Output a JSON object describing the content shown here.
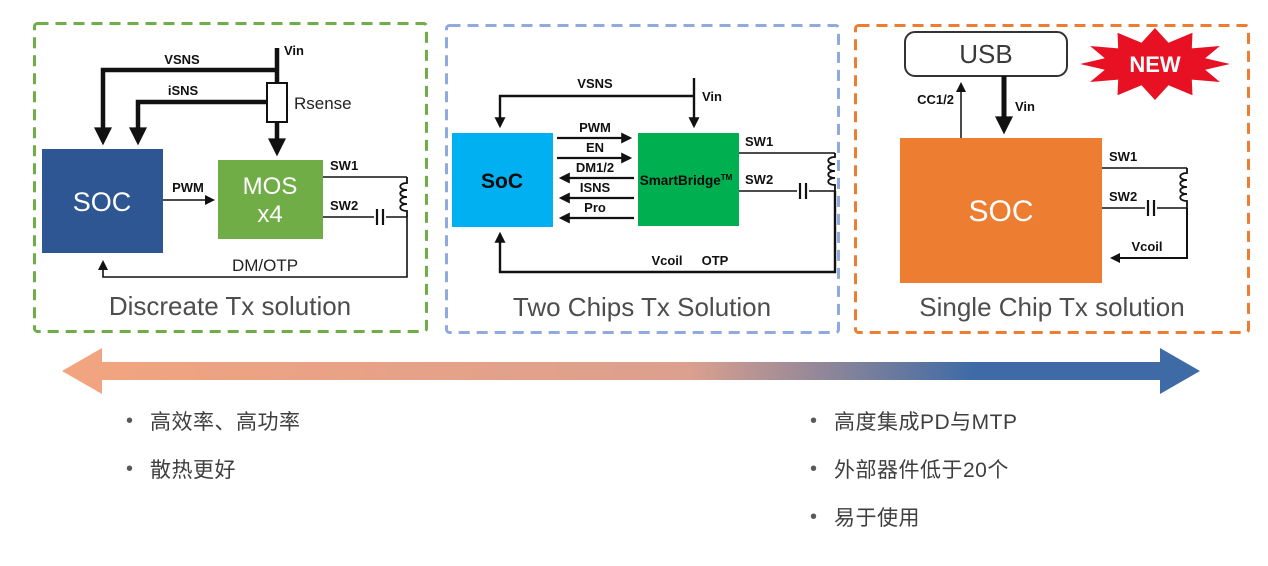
{
  "bullet_char": "•",
  "panels": {
    "discrete": {
      "title": "Discreate Tx solution",
      "border_color": "#6fad47",
      "soc_label": "SOC",
      "mos_label_line1": "MOS",
      "mos_label_line2": "x4",
      "signals": {
        "vsns": "VSNS",
        "isns": "iSNS",
        "vin": "Vin",
        "rsense": "Rsense",
        "pwm": "PWM",
        "sw1": "SW1",
        "sw2": "SW2",
        "dm_otp": "DM/OTP"
      }
    },
    "two_chip": {
      "title": "Two Chips Tx Solution",
      "border_color": "#8faadc",
      "soc_label": "SoC",
      "bridge_label": "SmartBridge",
      "bridge_tm": "TM",
      "signals": {
        "vsns": "VSNS",
        "vin": "Vin",
        "pwm": "PWM",
        "en": "EN",
        "dm12": "DM1/2",
        "isns": "ISNS",
        "pro": "Pro",
        "sw1": "SW1",
        "sw2": "SW2",
        "vcoil": "Vcoil",
        "otp": "OTP"
      }
    },
    "single_chip": {
      "title": "Single Chip Tx solution",
      "border_color": "#ed7d31",
      "usb_label": "USB",
      "soc_label": "SOC",
      "badge": "NEW",
      "signals": {
        "cc12": "CC1/2",
        "vin": "Vin",
        "sw1": "SW1",
        "sw2": "SW2",
        "vcoil": "Vcoil"
      }
    }
  },
  "tradeoff": {
    "left_bullets": [
      "高效率、高功率",
      "散热更好"
    ],
    "right_bullets": [
      "高度集成PD与MTP",
      "外部器件低于20个",
      "易于使用"
    ],
    "arrow_left_color": "#f2a47f",
    "arrow_right_color": "#3e6ba5"
  },
  "colors": {
    "soc_blue": "#2e5693",
    "mos_green": "#70ad47",
    "soc_cyan": "#00b0f0",
    "bridge_green": "#00b050",
    "soc_orange": "#ed7d31",
    "new_red": "#e81123",
    "title_gray": "#4d4d4d"
  }
}
